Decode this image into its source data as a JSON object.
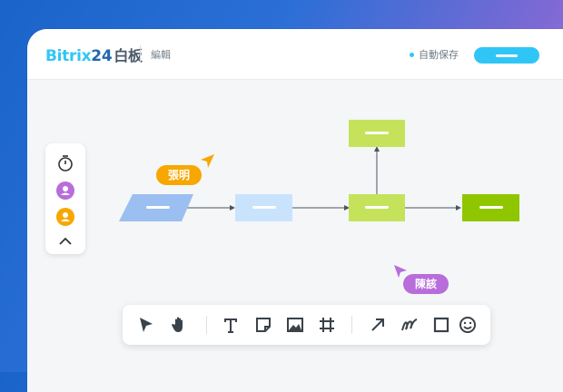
{
  "header": {
    "logo_bitrix": "Bitrix",
    "logo_24": "24",
    "logo_suffix": "白板",
    "menu_edit": "編輯",
    "autosave": "自動保存"
  },
  "labels": {
    "user1": "張明",
    "user2": "陳該"
  },
  "colors": {
    "accent": "#2fc6f6",
    "user1": "#f7a700",
    "user2": "#b86ddb",
    "shape_parallelogram": "#9bbff0",
    "shape_light_blue": "#c9e3fd",
    "shape_lime": "#c4e35b",
    "shape_green": "#8fc600"
  },
  "icons": {
    "side": [
      "timer-icon",
      "user-purple-icon",
      "user-orange-icon",
      "chevron-up-icon"
    ],
    "tools": [
      "select-arrow-icon",
      "hand-icon",
      "text-icon",
      "sticky-note-icon",
      "image-icon",
      "frame-icon",
      "arrow-icon",
      "pen-icon",
      "rectangle-icon",
      "emoji-icon"
    ]
  }
}
